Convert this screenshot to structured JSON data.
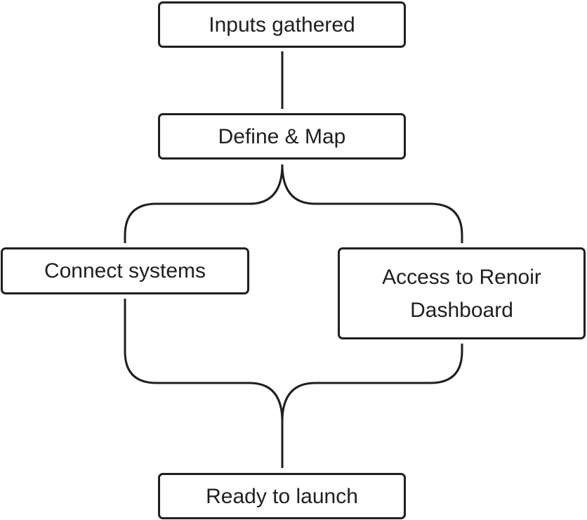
{
  "diagram": {
    "type": "flowchart",
    "line_color": "#1f1f1f",
    "box_border_color": "#1f1f1f",
    "background_color": "#ffffff",
    "nodes": {
      "inputs": {
        "label": "Inputs gathered"
      },
      "define": {
        "label": "Define & Map"
      },
      "connect": {
        "label": "Connect systems"
      },
      "access": {
        "label": "Access to Renoir Dashboard"
      },
      "ready": {
        "label": "Ready to launch"
      }
    },
    "edges": [
      {
        "from": "Inputs gathered",
        "to": "Define & Map"
      },
      {
        "from": "Define & Map",
        "to": "Connect systems"
      },
      {
        "from": "Define & Map",
        "to": "Access to Renoir Dashboard"
      },
      {
        "from": "Connect systems",
        "to": "Ready to launch"
      },
      {
        "from": "Access to Renoir Dashboard",
        "to": "Ready to launch"
      }
    ]
  }
}
